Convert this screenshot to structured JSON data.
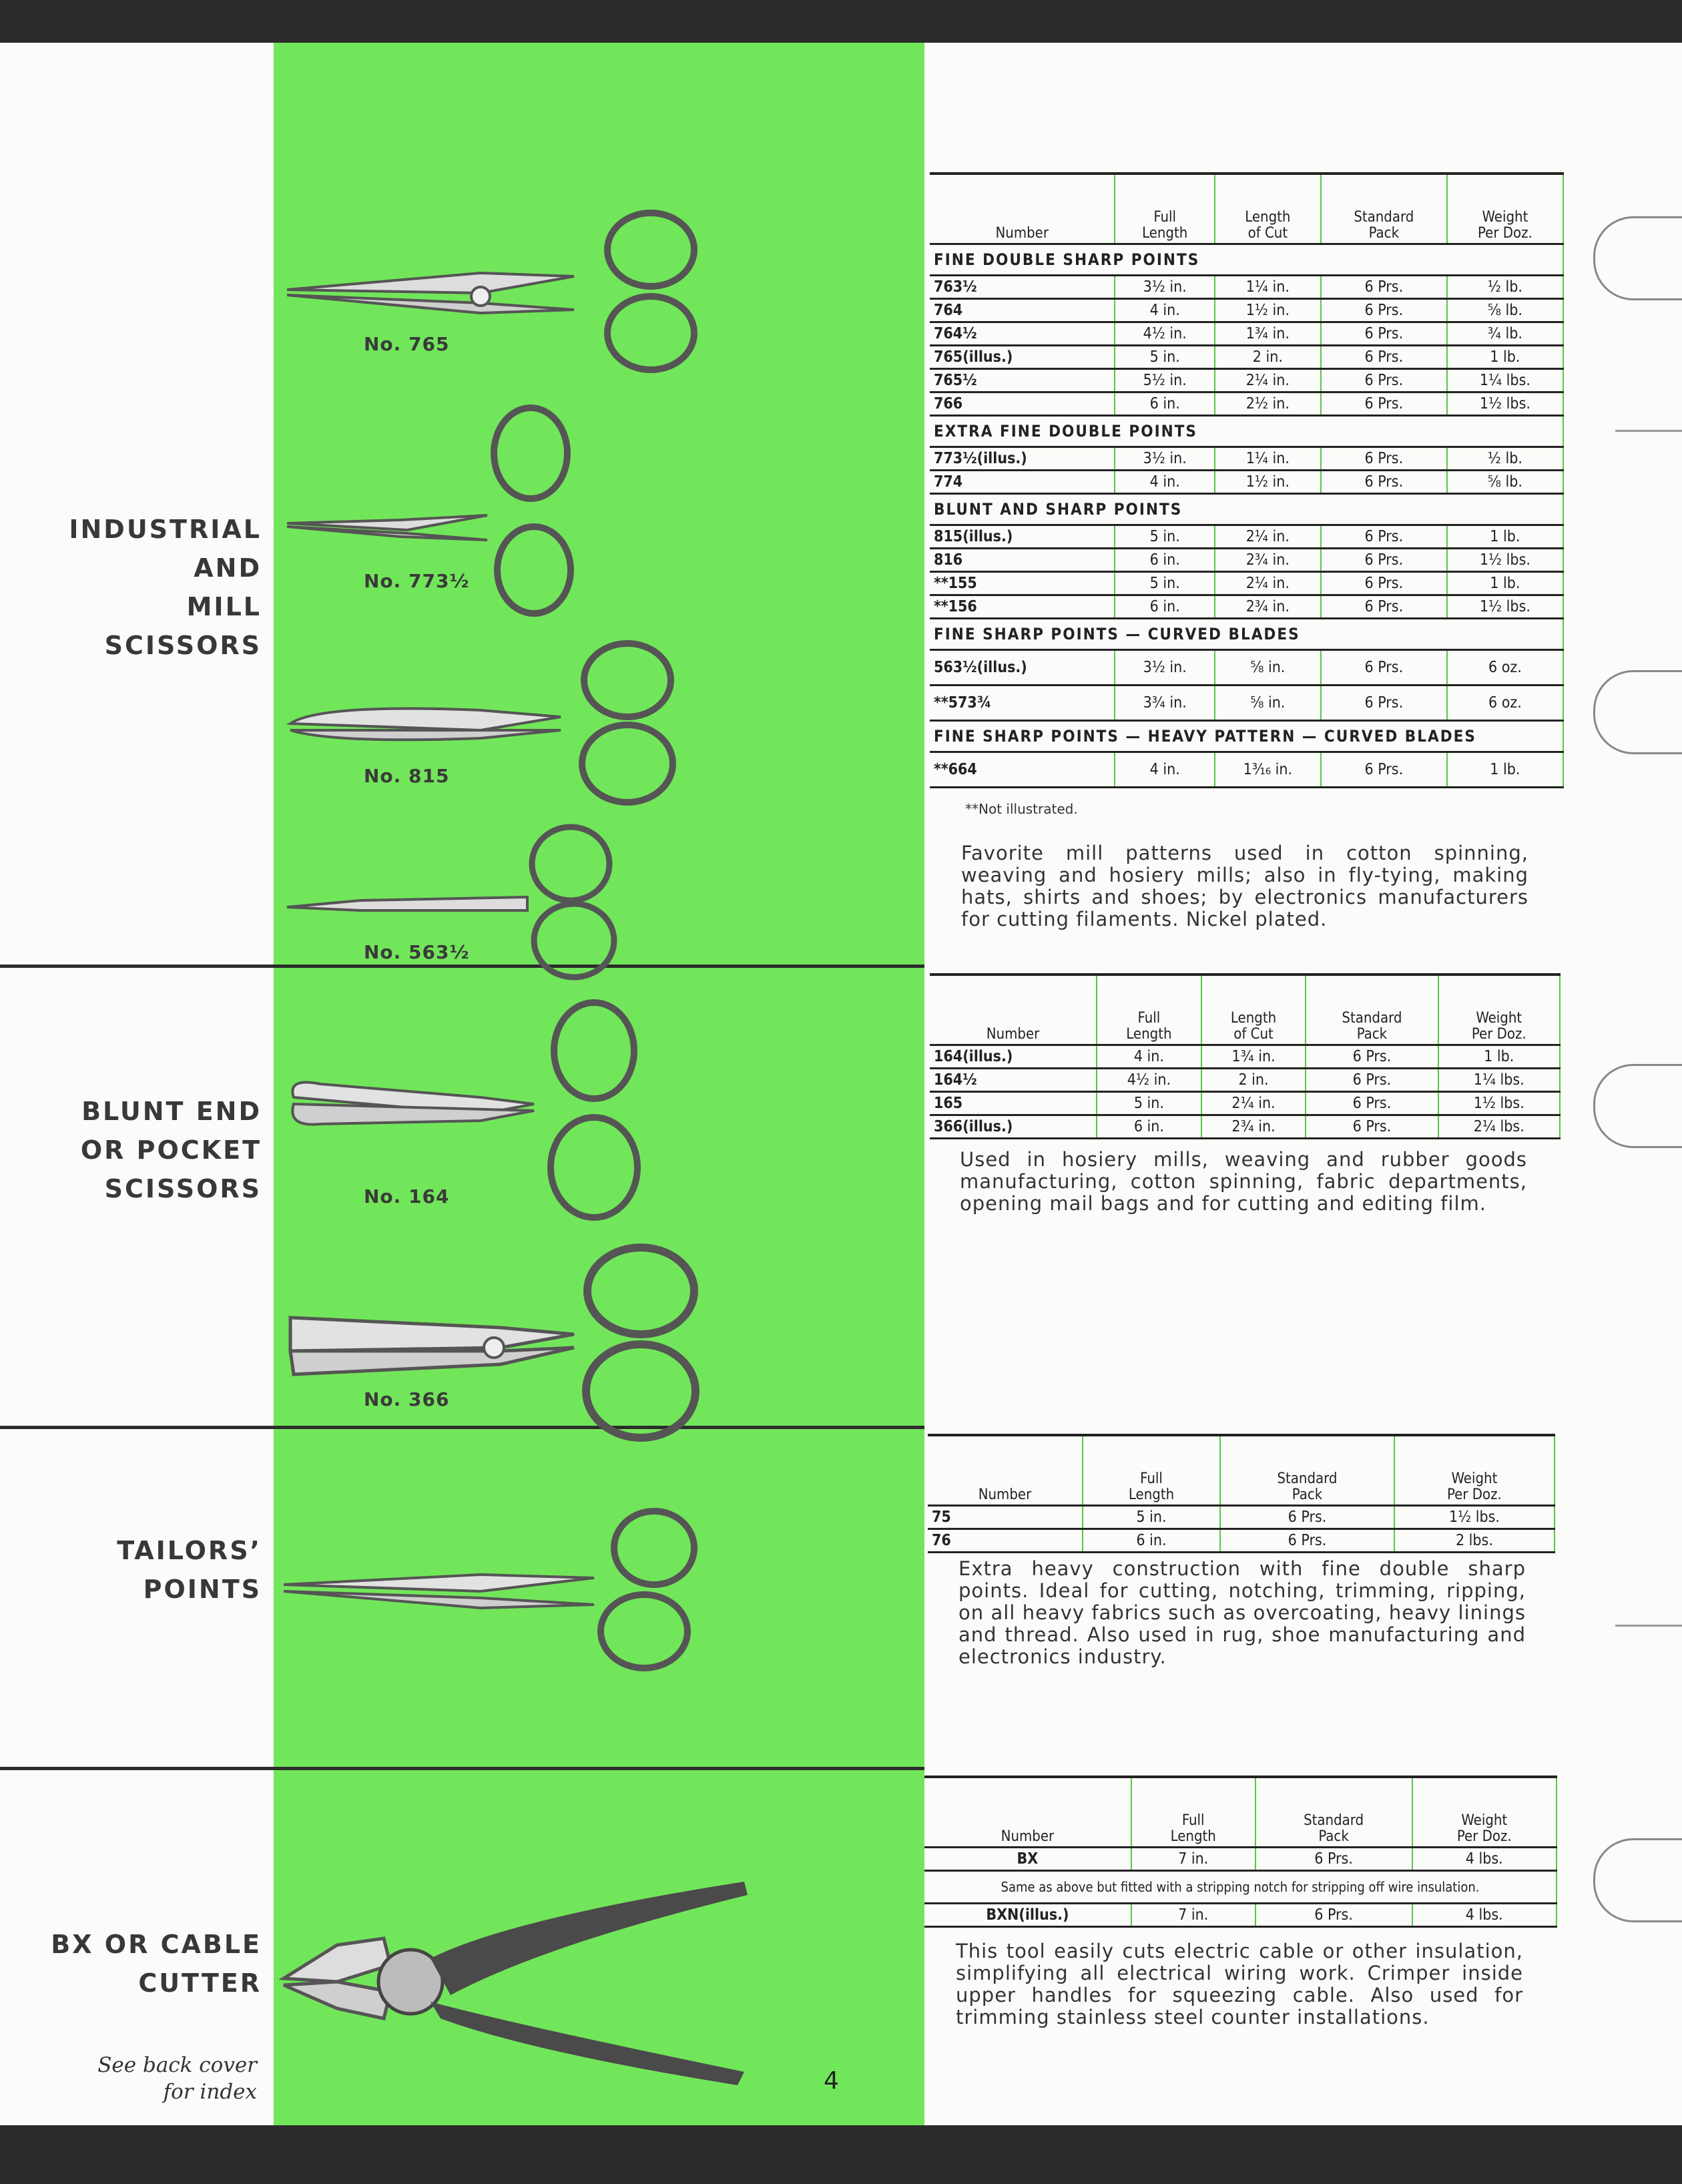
{
  "page_number": "4",
  "index_note": "See back cover\nfor index",
  "sections": {
    "industrial": {
      "title": "INDUSTRIAL\nAND\nMILL\nSCISSORS",
      "items": [
        "No. 765",
        "No. 773½",
        "No. 815",
        "No. 563½"
      ],
      "headers": [
        "Number",
        "Full\nLength",
        "Length\nof Cut",
        "Standard\nPack",
        "Weight\nPer Doz."
      ],
      "groups": [
        {
          "title": "FINE DOUBLE SHARP POINTS",
          "rows": [
            [
              "763½",
              "3½ in.",
              "1¼ in.",
              "6 Prs.",
              "½ lb."
            ],
            [
              "764",
              "4 in.",
              "1½ in.",
              "6 Prs.",
              "⅝ lb."
            ],
            [
              "764½",
              "4½ in.",
              "1¾ in.",
              "6 Prs.",
              "¾ lb."
            ],
            [
              "765(illus.)",
              "5 in.",
              "2 in.",
              "6 Prs.",
              "1 lb."
            ],
            [
              "765½",
              "5½ in.",
              "2¼ in.",
              "6 Prs.",
              "1¼ lbs."
            ],
            [
              "766",
              "6 in.",
              "2½ in.",
              "6 Prs.",
              "1½ lbs."
            ]
          ]
        },
        {
          "title": "EXTRA FINE DOUBLE POINTS",
          "rows": [
            [
              "773½(illus.)",
              "3½ in.",
              "1¼ in.",
              "6 Prs.",
              "½ lb."
            ],
            [
              "774",
              "4 in.",
              "1½ in.",
              "6 Prs.",
              "⅝ lb."
            ]
          ]
        },
        {
          "title": "BLUNT AND SHARP POINTS",
          "rows": [
            [
              "815(illus.)",
              "5 in.",
              "2¼ in.",
              "6 Prs.",
              "1 lb."
            ],
            [
              "816",
              "6 in.",
              "2¾ in.",
              "6 Prs.",
              "1½ lbs."
            ],
            [
              "**155",
              "5 in.",
              "2¼ in.",
              "6 Prs.",
              "1 lb."
            ],
            [
              "**156",
              "6 in.",
              "2¾ in.",
              "6 Prs.",
              "1½ lbs."
            ]
          ]
        },
        {
          "title": "FINE SHARP POINTS — CURVED BLADES",
          "rows": [
            [
              "563½(illus.)",
              "3½ in.",
              "⅝ in.",
              "6 Prs.",
              "6 oz."
            ],
            [
              "**573¾",
              "3¾ in.",
              "⅝ in.",
              "6 Prs.",
              "6 oz."
            ]
          ]
        },
        {
          "title": "FINE SHARP POINTS — HEAVY PATTERN — CURVED BLADES",
          "rows": [
            [
              "**664",
              "4 in.",
              "1³⁄₁₆ in.",
              "6 Prs.",
              "1 lb."
            ]
          ]
        }
      ],
      "footnote": "**Not illustrated.",
      "description": "Favorite mill patterns used in cotton spinning, weaving and hosiery mills; also in fly-tying, making hats, shirts and shoes; by electronics manufacturers for cutting filaments. Nickel plated."
    },
    "blunt": {
      "title": "BLUNT END\nOR POCKET\nSCISSORS",
      "items": [
        "No. 164",
        "No. 366"
      ],
      "headers": [
        "Number",
        "Full\nLength",
        "Length\nof Cut",
        "Standard\nPack",
        "Weight\nPer Doz."
      ],
      "rows": [
        [
          "164(illus.)",
          "4 in.",
          "1¾ in.",
          "6 Prs.",
          "1 lb."
        ],
        [
          "164½",
          "4½ in.",
          "2 in.",
          "6 Prs.",
          "1¼ lbs."
        ],
        [
          "165",
          "5 in.",
          "2¼ in.",
          "6 Prs.",
          "1½ lbs."
        ],
        [
          "366(illus.)",
          "6 in.",
          "2¾ in.",
          "6 Prs.",
          "2¼ lbs."
        ]
      ],
      "description": "Used in hosiery mills, weaving and rubber goods manufacturing, cotton spinning, fabric departments, opening mail bags and for cutting and editing film."
    },
    "tailors": {
      "title": "TAILORS’\nPOINTS",
      "headers": [
        "Number",
        "Full\nLength",
        "Standard\nPack",
        "Weight\nPer Doz."
      ],
      "rows": [
        [
          "75",
          "5 in.",
          "6 Prs.",
          "1½ lbs."
        ],
        [
          "76",
          "6 in.",
          "6 Prs.",
          "2 lbs."
        ]
      ],
      "description": "Extra heavy construction with fine double sharp points. Ideal for cutting, notching, trimming, ripping, on all heavy fabrics such as overcoating, heavy linings and thread. Also used in rug, shoe manufacturing and electronics industry."
    },
    "bx": {
      "title": "BX OR CABLE\nCUTTER",
      "headers": [
        "Number",
        "Full\nLength",
        "Standard\nPack",
        "Weight\nPer Doz."
      ],
      "row1": [
        "BX",
        "7 in.",
        "6 Prs.",
        "4 lbs."
      ],
      "note": "Same as above but fitted with a stripping notch for stripping off wire insulation.",
      "row2": [
        "BXN(illus.)",
        "7 in.",
        "6 Prs.",
        "4 lbs."
      ],
      "description": "This tool easily cuts electric cable or other insulation, simplifying all electrical wiring work. Crimper inside upper handles for squeezing cable. Also used for trimming stainless steel counter installations."
    }
  }
}
